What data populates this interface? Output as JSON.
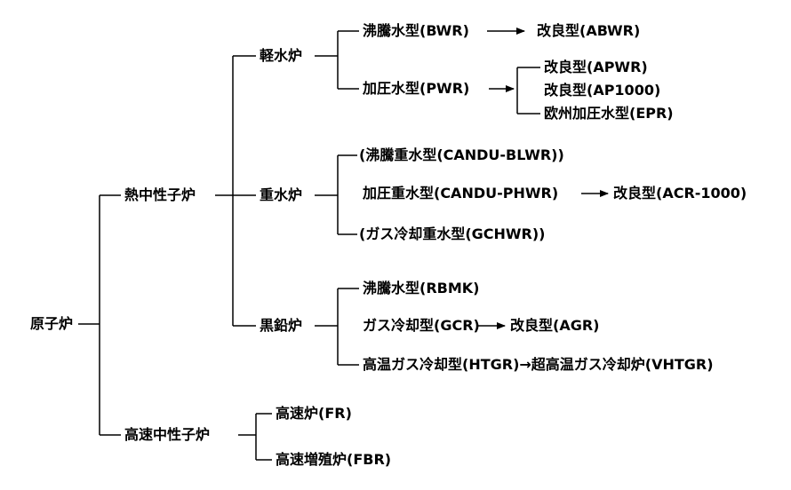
{
  "root": "原子炉",
  "thermal": {
    "label": "熱中性子炉",
    "light_water": {
      "label": "軽水炉",
      "bwr": "沸騰水型(BWR)",
      "abwr": "改良型(ABWR)",
      "pwr": "加圧水型(PWR)",
      "apwr": "改良型(APWR)",
      "ap1000": "改良型(AP1000)",
      "epr": "欧州加圧水型(EPR)"
    },
    "heavy_water": {
      "label": "重水炉",
      "blwr": "(沸騰重水型(CANDU-BLWR))",
      "phwr": "加圧重水型(CANDU-PHWR)",
      "acr": "改良型(ACR-1000)",
      "gchwr": "(ガス冷却重水型(GCHWR))"
    },
    "graphite": {
      "label": "黒鉛炉",
      "rbmk": "沸騰水型(RBMK)",
      "gcr": "ガス冷却型(GCR)",
      "agr": "改良型(AGR)",
      "htgr": "高温ガス冷却型(HTGR)→超高温ガス冷却炉(VHTGR)"
    }
  },
  "fast": {
    "label": "高速中性子炉",
    "fr": "高速炉(FR)",
    "fbr": "高速増殖炉(FBR)"
  },
  "colors": {
    "line": "#000000",
    "text": "#000000",
    "background": "#ffffff"
  }
}
